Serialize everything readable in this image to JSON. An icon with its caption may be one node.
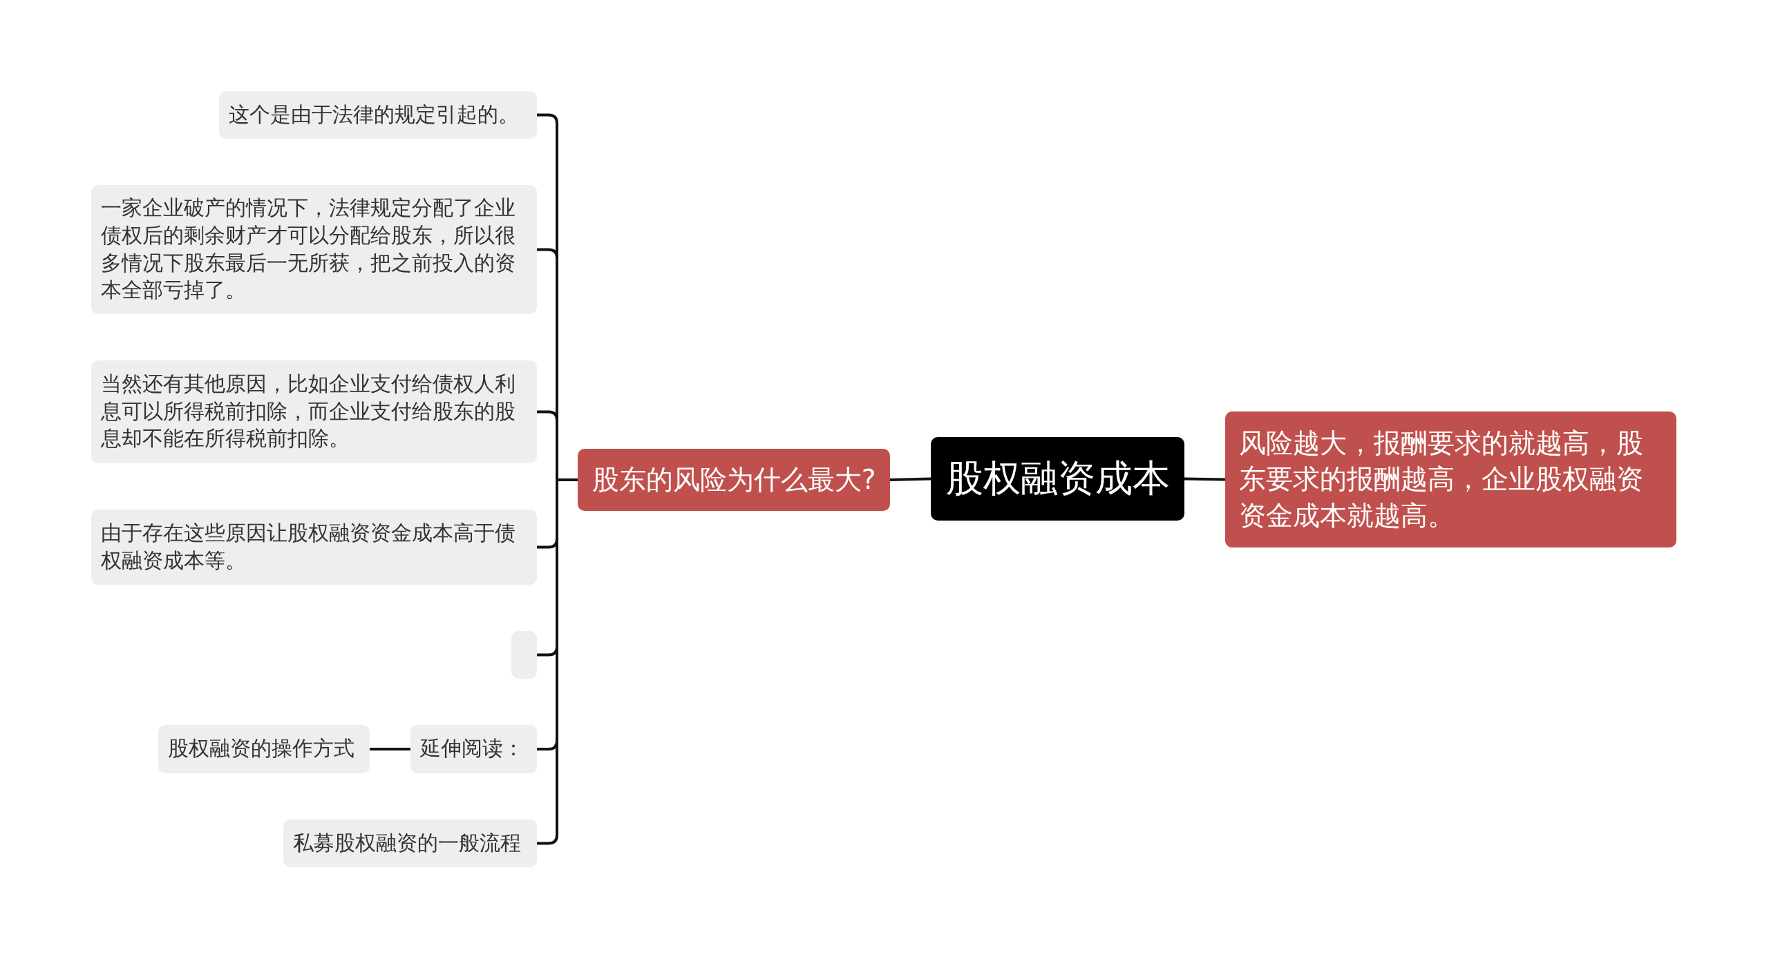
{
  "diagram": {
    "nodes": [
      {
        "text": [
          "股权融资成本"
        ]
      },
      {
        "text": [
          "股东的风险为什么最大?"
        ]
      },
      {
        "text": [
          "风险越大，报酬要求的就越高，股东要求的报酬越高，企业股权融资资金成本就越高。"
        ]
      },
      {
        "text": [
          "这个是由于法律的规定引起的。"
        ]
      },
      {
        "text": [
          "一家企业破产的情况下，法律规定分配了企业债权后的剩余财产才可以分配给股东，所以很多情况下股东最后一无所获，把之前投入的资本全部亏掉了。"
        ]
      },
      {
        "text": [
          "当然还有其他原因，比如企业支付给债权人利息可以所得税前扣除，而企业支付给股东的股息却不能在所得税前扣除。"
        ]
      },
      {
        "text": [
          "由于存在这些原因让股权融资资金成本高于债权融资成本等。"
        ]
      },
      {
        "text": [],
        "shape": "box"
      },
      {
        "text": [
          "延伸阅读："
        ]
      },
      {
        "text": [
          "股权融资的操作方式"
        ]
      },
      {
        "text": [
          "私募股权融资的一般流程"
        ]
      }
    ],
    "edges": [
      {
        "from": 0,
        "to": 1,
        "arrow": "none"
      },
      {
        "from": 0,
        "to": 2,
        "arrow": "none"
      },
      {
        "from": 1,
        "to": 3,
        "arrow": "none"
      },
      {
        "from": 1,
        "to": 4,
        "arrow": "none"
      },
      {
        "from": 1,
        "to": 5,
        "arrow": "none"
      },
      {
        "from": 1,
        "to": 6,
        "arrow": "none"
      },
      {
        "from": 1,
        "to": 7,
        "arrow": "none"
      },
      {
        "from": 1,
        "to": 8,
        "arrow": "none"
      },
      {
        "from": 1,
        "to": 10,
        "arrow": "none"
      },
      {
        "from": 8,
        "to": 9,
        "arrow": "none"
      }
    ]
  }
}
